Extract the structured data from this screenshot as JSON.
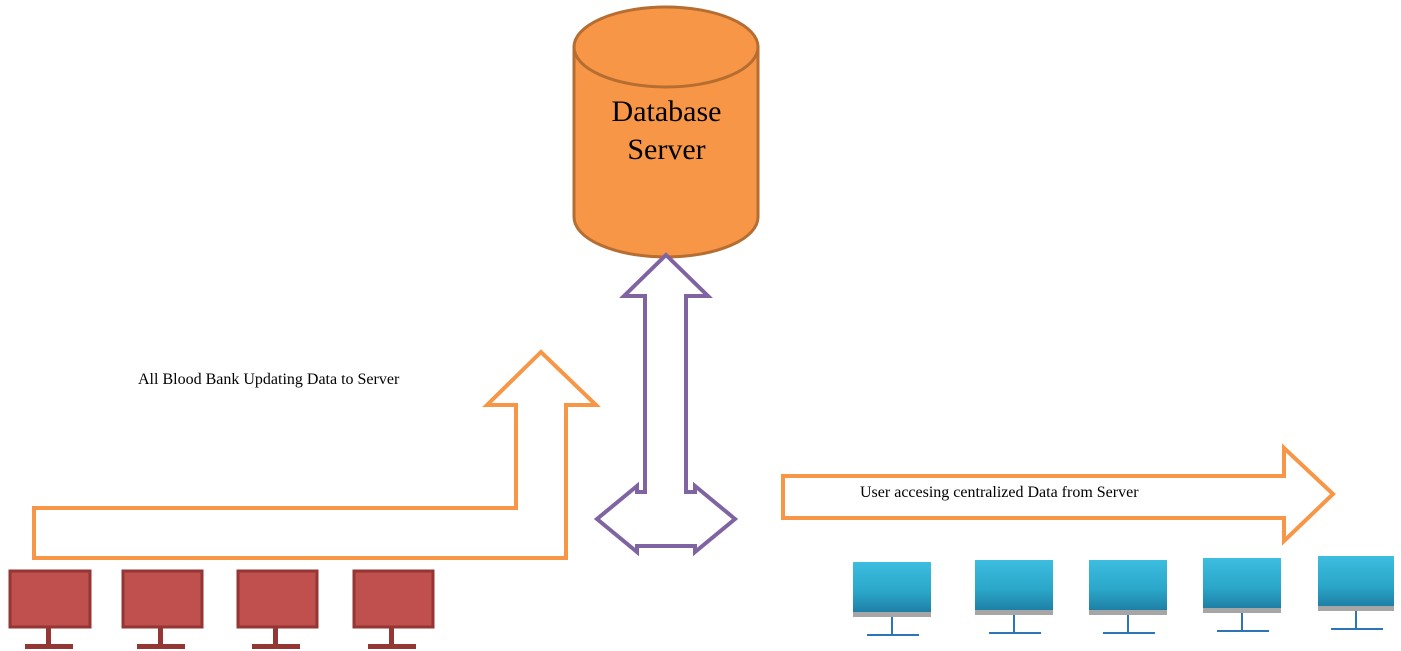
{
  "database": {
    "line1": "Database",
    "line2": "Server",
    "fill_color": "#F79646",
    "stroke_color": "#B66D31"
  },
  "upload_arrow": {
    "label": "All Blood Bank Updating Data to Server",
    "stroke_color": "#F79646"
  },
  "sync_arrow": {
    "stroke_color": "#8064A2"
  },
  "access_arrow": {
    "label": "User accesing centralized Data from Server",
    "stroke_color": "#F79646"
  },
  "blood_bank_computers": {
    "count": 4,
    "screen_color": "#C0504D",
    "border_color": "#943634"
  },
  "user_computers": {
    "count": 5,
    "screen_color": "#31B0D5",
    "stand_color": "#2E75B6"
  }
}
